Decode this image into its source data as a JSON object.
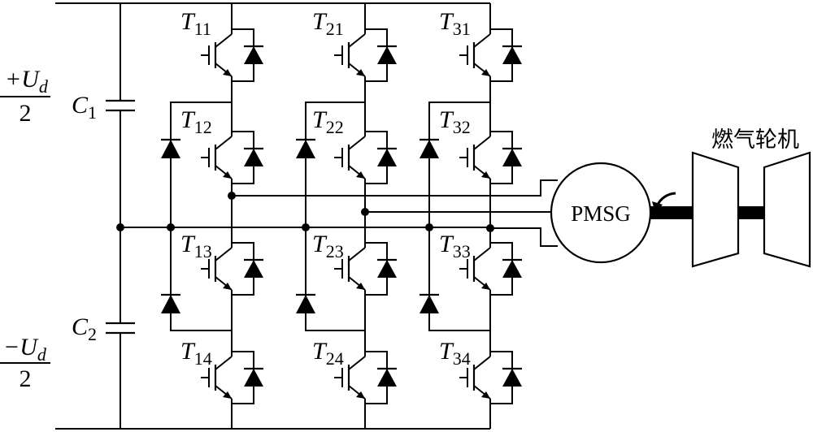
{
  "source_labels": {
    "plus_num": "+U",
    "plus_sub": "d",
    "plus_den": "2",
    "minus_num": "−U",
    "minus_sub": "d",
    "minus_den": "2"
  },
  "capacitors": [
    {
      "letter": "C",
      "sub": "1"
    },
    {
      "letter": "C",
      "sub": "2"
    }
  ],
  "switches": [
    {
      "letter": "T",
      "sub": "11"
    },
    {
      "letter": "T",
      "sub": "12"
    },
    {
      "letter": "T",
      "sub": "13"
    },
    {
      "letter": "T",
      "sub": "14"
    },
    {
      "letter": "T",
      "sub": "21"
    },
    {
      "letter": "T",
      "sub": "22"
    },
    {
      "letter": "T",
      "sub": "23"
    },
    {
      "letter": "T",
      "sub": "24"
    },
    {
      "letter": "T",
      "sub": "31"
    },
    {
      "letter": "T",
      "sub": "32"
    },
    {
      "letter": "T",
      "sub": "33"
    },
    {
      "letter": "T",
      "sub": "34"
    }
  ],
  "generator_label": "PMSG",
  "turbine_label": "燃气轮机"
}
